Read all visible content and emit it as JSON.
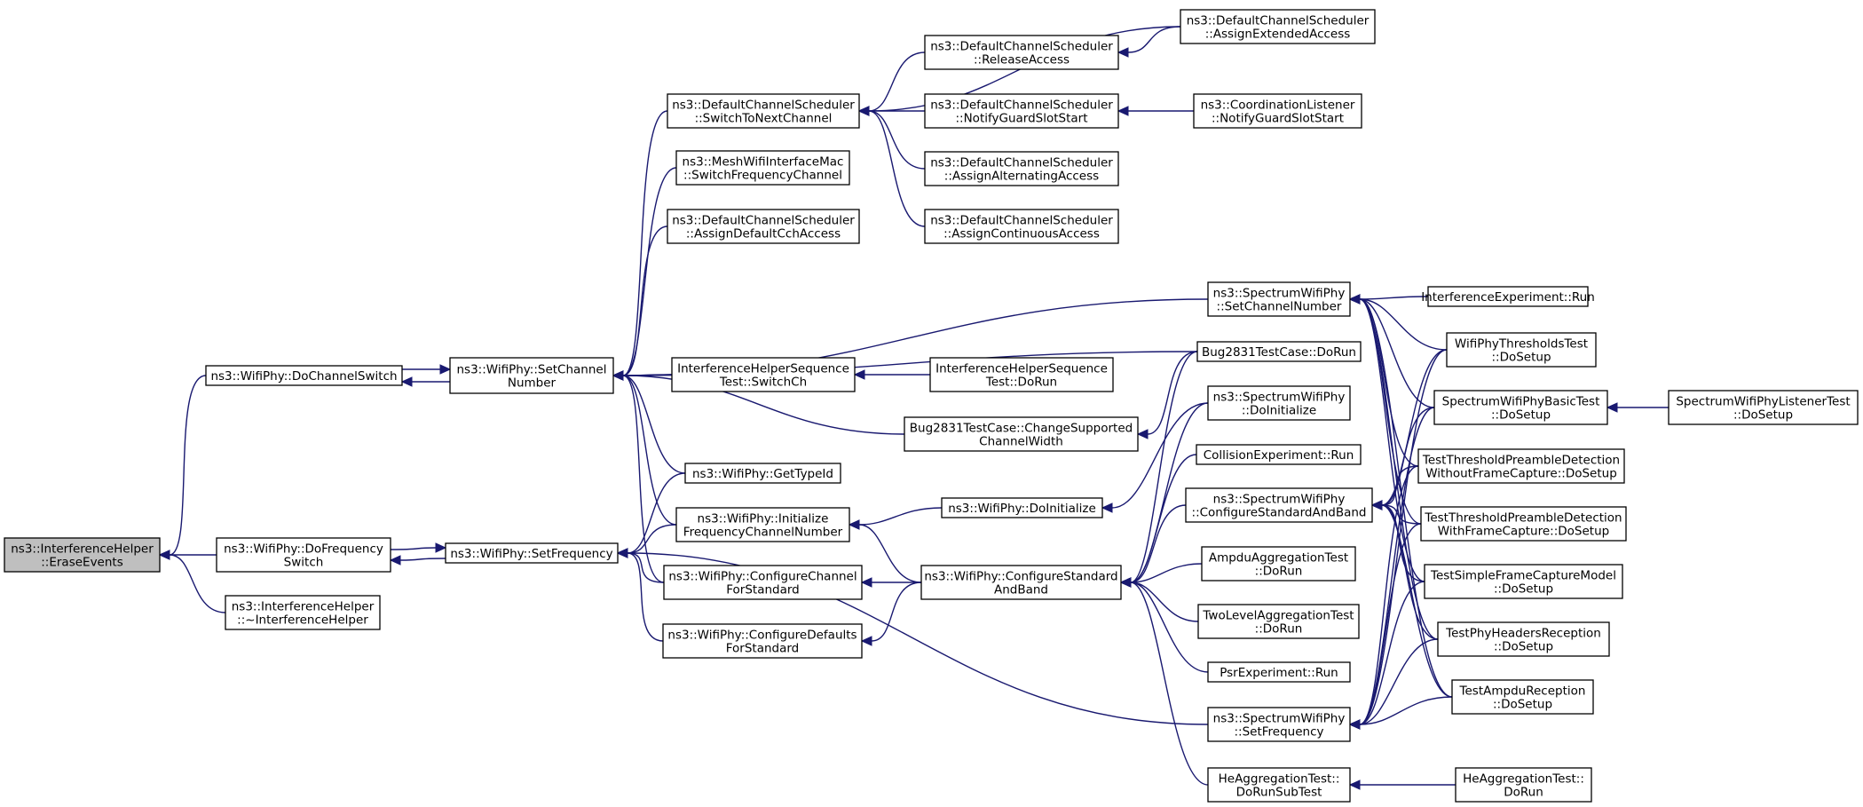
{
  "colors": {
    "edge": "#191970",
    "node_border": "#000000",
    "node_fill": "#ffffff",
    "root_fill": "#bfbfbf",
    "background": "#ffffff"
  },
  "nodes": {
    "erase": [
      "ns3::InterferenceHelper",
      "::EraseEvents"
    ],
    "dochswitch": [
      "ns3::WifiPhy::DoChannelSwitch"
    ],
    "dofreqswitch": [
      "ns3::WifiPhy::DoFrequency",
      "Switch"
    ],
    "ihdestr": [
      "ns3::InterferenceHelper",
      "::~InterferenceHelper"
    ],
    "setchan": [
      "ns3::WifiPhy::SetChannel",
      "Number"
    ],
    "setfreq": [
      "ns3::WifiPhy::SetFrequency"
    ],
    "switchnext": [
      "ns3::DefaultChannelScheduler",
      "::SwitchToNextChannel"
    ],
    "meshswitch": [
      "ns3::MeshWifiInterfaceMac",
      "::SwitchFrequencyChannel"
    ],
    "assigndefcch": [
      "ns3::DefaultChannelScheduler",
      "::AssignDefaultCchAccess"
    ],
    "ihseqswitch": [
      "InterferenceHelperSequence",
      "Test::SwitchCh"
    ],
    "gettypeid": [
      "ns3::WifiPhy::GetTypeId"
    ],
    "initfreqch": [
      "ns3::WifiPhy::Initialize",
      "FrequencyChannelNumber"
    ],
    "confchan": [
      "ns3::WifiPhy::ConfigureChannel",
      "ForStandard"
    ],
    "confdef": [
      "ns3::WifiPhy::ConfigureDefaults",
      "ForStandard"
    ],
    "release": [
      "ns3::DefaultChannelScheduler",
      "::ReleaseAccess"
    ],
    "notifyguard": [
      "ns3::DefaultChannelScheduler",
      "::NotifyGuardSlotStart"
    ],
    "assignalt": [
      "ns3::DefaultChannelScheduler",
      "::AssignAlternatingAccess"
    ],
    "assigncont": [
      "ns3::DefaultChannelScheduler",
      "::AssignContinuousAccess"
    ],
    "ihseqdorun": [
      "InterferenceHelperSequence",
      "Test::DoRun"
    ],
    "bugchange": [
      "Bug2831TestCase::ChangeSupported",
      "ChannelWidth"
    ],
    "doinit": [
      "ns3::WifiPhy::DoInitialize"
    ],
    "confstd": [
      "ns3::WifiPhy::ConfigureStandard",
      "AndBand"
    ],
    "assignext": [
      "ns3::DefaultChannelScheduler",
      "::AssignExtendedAccess"
    ],
    "coordnotify": [
      "ns3::CoordinationListener",
      "::NotifyGuardSlotStart"
    ],
    "sswsetchan": [
      "ns3::SpectrumWifiPhy",
      "::SetChannelNumber"
    ],
    "bugdorun": [
      "Bug2831TestCase::DoRun"
    ],
    "sswdoinit": [
      "ns3::SpectrumWifiPhy",
      "::DoInitialize"
    ],
    "collrun": [
      "CollisionExperiment::Run"
    ],
    "sswconfstd": [
      "ns3::SpectrumWifiPhy",
      "::ConfigureStandardAndBand"
    ],
    "ampdutest": [
      "AmpduAggregationTest",
      "::DoRun"
    ],
    "twolevel": [
      "TwoLevelAggregationTest",
      "::DoRun"
    ],
    "psrrun": [
      "PsrExperiment::Run"
    ],
    "sswsetfreq": [
      "ns3::SpectrumWifiPhy",
      "::SetFrequency"
    ],
    "heaggsub": [
      "HeAggregationTest::",
      "DoRunSubTest"
    ],
    "ifexprun": [
      "InterferenceExperiment::Run"
    ],
    "wifithresh": [
      "WifiPhyThresholdsTest",
      "::DoSetup"
    ],
    "sswbasic": [
      "SpectrumWifiPhyBasicTest",
      "::DoSetup"
    ],
    "tpdwithout": [
      "TestThresholdPreambleDetection",
      "WithoutFrameCapture::DoSetup"
    ],
    "tpdwith": [
      "TestThresholdPreambleDetection",
      "WithFrameCapture::DoSetup"
    ],
    "simplecap": [
      "TestSimpleFrameCaptureModel",
      "::DoSetup"
    ],
    "phyhdr": [
      "TestPhyHeadersReception",
      "::DoSetup"
    ],
    "ampdurecep": [
      "TestAmpduReception",
      "::DoSetup"
    ],
    "heaggdorun": [
      "HeAggregationTest::",
      "DoRun"
    ],
    "sswlistener": [
      "SpectrumWifiPhyListenerTest",
      "::DoSetup"
    ]
  },
  "edges": [
    [
      "dochswitch",
      "erase"
    ],
    [
      "dofreqswitch",
      "erase"
    ],
    [
      "ihdestr",
      "erase"
    ],
    [
      "setchan",
      "dochswitch"
    ],
    [
      "dochswitch",
      "setchan"
    ],
    [
      "setfreq",
      "dofreqswitch"
    ],
    [
      "dofreqswitch",
      "setfreq"
    ],
    [
      "switchnext",
      "setchan"
    ],
    [
      "meshswitch",
      "setchan"
    ],
    [
      "assigndefcch",
      "setchan"
    ],
    [
      "ihseqswitch",
      "setchan"
    ],
    [
      "gettypeid",
      "setchan"
    ],
    [
      "initfreqch",
      "setchan"
    ],
    [
      "confchan",
      "setchan"
    ],
    [
      "sswsetchan",
      "setchan"
    ],
    [
      "bugdorun",
      "setchan"
    ],
    [
      "bugchange",
      "setchan"
    ],
    [
      "gettypeid",
      "setfreq"
    ],
    [
      "initfreqch",
      "setfreq"
    ],
    [
      "confchan",
      "setfreq"
    ],
    [
      "confdef",
      "setfreq"
    ],
    [
      "sswsetfreq",
      "setfreq"
    ],
    [
      "release",
      "switchnext"
    ],
    [
      "notifyguard",
      "switchnext"
    ],
    [
      "assignalt",
      "switchnext"
    ],
    [
      "assigncont",
      "switchnext"
    ],
    [
      "assignext",
      "switchnext"
    ],
    [
      "assignext",
      "release"
    ],
    [
      "coordnotify",
      "notifyguard"
    ],
    [
      "ihseqdorun",
      "ihseqswitch"
    ],
    [
      "bugdorun",
      "bugchange"
    ],
    [
      "doinit",
      "initfreqch"
    ],
    [
      "confstd",
      "initfreqch"
    ],
    [
      "confstd",
      "confchan"
    ],
    [
      "confstd",
      "confdef"
    ],
    [
      "sswdoinit",
      "doinit"
    ],
    [
      "bugdorun",
      "confstd"
    ],
    [
      "sswdoinit",
      "confstd"
    ],
    [
      "collrun",
      "confstd"
    ],
    [
      "sswconfstd",
      "confstd"
    ],
    [
      "ampdutest",
      "confstd"
    ],
    [
      "twolevel",
      "confstd"
    ],
    [
      "psrrun",
      "confstd"
    ],
    [
      "heaggsub",
      "confstd"
    ],
    [
      "heaggdorun",
      "heaggsub"
    ],
    [
      "ifexprun",
      "sswsetchan"
    ],
    [
      "wifithresh",
      "sswsetchan"
    ],
    [
      "sswbasic",
      "sswsetchan"
    ],
    [
      "tpdwithout",
      "sswsetchan"
    ],
    [
      "tpdwith",
      "sswsetchan"
    ],
    [
      "simplecap",
      "sswsetchan"
    ],
    [
      "phyhdr",
      "sswsetchan"
    ],
    [
      "ampdurecep",
      "sswsetchan"
    ],
    [
      "wifithresh",
      "sswconfstd"
    ],
    [
      "sswbasic",
      "sswconfstd"
    ],
    [
      "tpdwithout",
      "sswconfstd"
    ],
    [
      "tpdwith",
      "sswconfstd"
    ],
    [
      "simplecap",
      "sswconfstd"
    ],
    [
      "phyhdr",
      "sswconfstd"
    ],
    [
      "ampdurecep",
      "sswconfstd"
    ],
    [
      "wifithresh",
      "sswsetfreq"
    ],
    [
      "sswbasic",
      "sswsetfreq"
    ],
    [
      "tpdwithout",
      "sswsetfreq"
    ],
    [
      "tpdwith",
      "sswsetfreq"
    ],
    [
      "simplecap",
      "sswsetfreq"
    ],
    [
      "phyhdr",
      "sswsetfreq"
    ],
    [
      "ampdurecep",
      "sswsetfreq"
    ],
    [
      "sswlistener",
      "sswbasic"
    ]
  ]
}
